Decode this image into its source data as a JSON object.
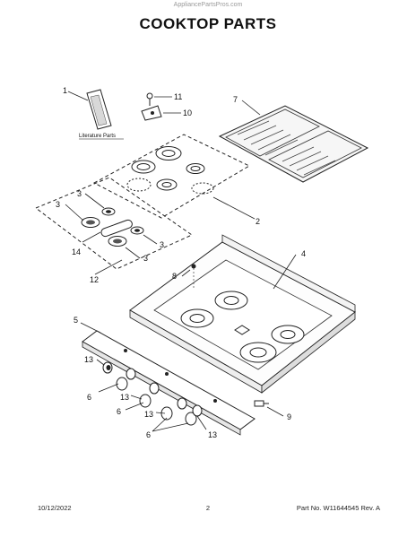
{
  "watermark": "AppliancePartsPros.com",
  "title": "COOKTOP PARTS",
  "callouts": {
    "c1": "1",
    "c11": "11",
    "c10": "10",
    "c7": "7",
    "c3a": "3",
    "c3b": "3",
    "c3c": "3",
    "c3d": "3",
    "c2": "2",
    "c14": "14",
    "c12": "12",
    "c4": "4",
    "c8": "8",
    "c5": "5",
    "c13a": "13",
    "c6a": "6",
    "c13b": "13",
    "c6b": "6",
    "c13c": "13",
    "c6c": "6",
    "c13d": "13",
    "c9": "9"
  },
  "literature_label": "Literature Parts",
  "footer": {
    "date": "10/12/2022",
    "page": "2",
    "part_number": "Part No. W11644545  Rev. A"
  }
}
